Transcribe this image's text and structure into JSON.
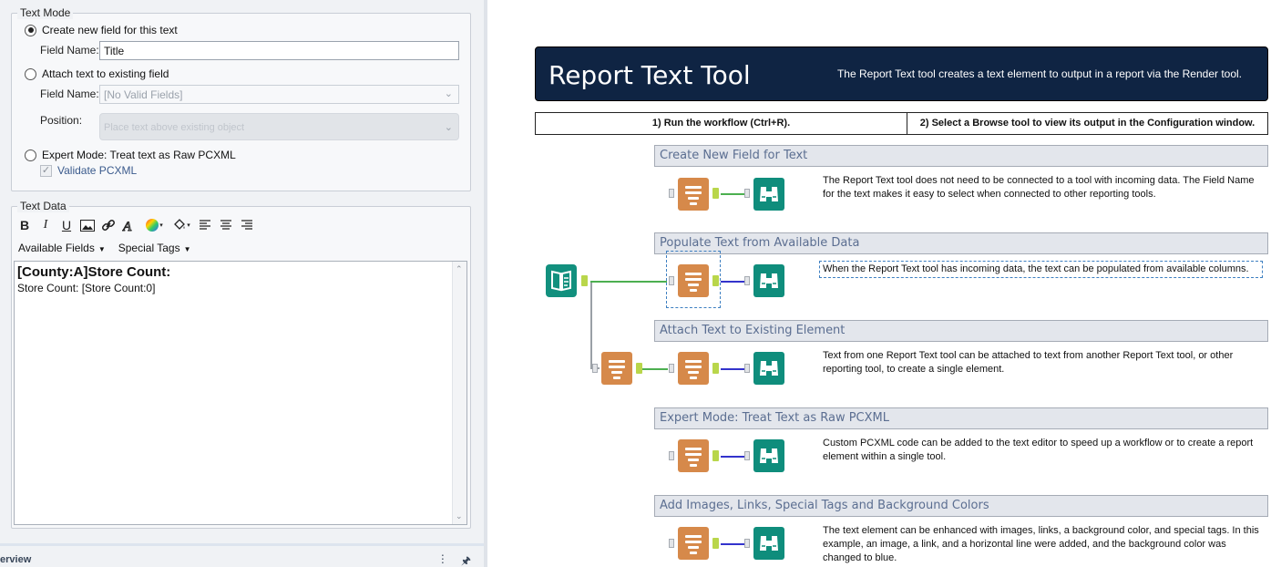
{
  "config": {
    "text_mode": {
      "title": "Text Mode",
      "option_new": "Create new field for this text",
      "field_name_label": "Field Name:",
      "field_name_value": "Title",
      "option_attach": "Attach text to existing field",
      "attach_field_label": "Field Name:",
      "attach_field_value": "[No Valid Fields]",
      "position_label": "Position:",
      "position_value": "Place text above existing object",
      "option_expert": "Expert Mode: Treat text as Raw PCXML",
      "validate_label": "Validate PCXML"
    },
    "text_data": {
      "title": "Text Data",
      "menu_fields": "Available Fields",
      "menu_tags": "Special Tags",
      "line1": "[County:A]Store Count:",
      "line2": "Store Count: [Store Count:0]"
    },
    "overview": {
      "title": "erview"
    }
  },
  "canvas": {
    "header_title": "Report Text Tool",
    "header_desc": "The Report Text tool creates a text element to output in a report via the Render tool.",
    "step1": "1) Run the workflow (Ctrl+R).",
    "step2": "2) Select a Browse tool to view its output in the Configuration window.",
    "sections": [
      {
        "title": "Create New Field for Text",
        "desc": "The Report Text tool does not need to be connected to a tool with incoming data. The Field Name for the text makes it easy to select when connected to other reporting tools."
      },
      {
        "title": "Populate Text from Available Data",
        "desc": "When the Report Text tool has incoming data, the text can be populated from available columns."
      },
      {
        "title": "Attach Text to Existing Element",
        "desc": "Text from one Report Text tool can be attached to text from another Report Text tool, or other reporting tool, to create a single element."
      },
      {
        "title": "Expert Mode: Treat Text as Raw PCXML",
        "desc": "Custom PCXML code can be added to the text editor to speed up a workflow or to create a report element within a single tool."
      },
      {
        "title": "Add Images, Links, Special Tags and Background Colors",
        "desc": "The text element can be enhanced with images, links, a background color, and special tags. In this example, an image, a link, and a horizontal line were added, and the background color was changed to blue."
      }
    ]
  },
  "colors": {
    "header_bg": "#0f2443",
    "report_text_node": "#d6894a",
    "browse_node": "#0f8d7c",
    "connection_green": "#4caf50",
    "connection_blue": "#3333cc"
  }
}
